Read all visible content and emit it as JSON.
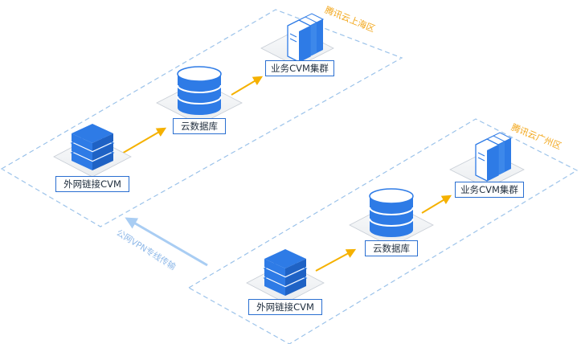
{
  "regions": [
    {
      "name": "腾讯云上海区",
      "nodes": {
        "gateway": "外网链接CVM",
        "database": "云数据库",
        "cluster": "业务CVM集群"
      }
    },
    {
      "name": "腾讯云广州区",
      "nodes": {
        "gateway": "外网链接CVM",
        "database": "云数据库",
        "cluster": "业务CVM集群"
      }
    }
  ],
  "link": {
    "label": "公网VPN专线传输"
  },
  "colors": {
    "border_dash": "#9cc3ea",
    "arrow": "#f5b100",
    "node_blue": "#2e7be6",
    "node_light": "#ffffff",
    "label_border": "#2a6fd1",
    "region_text": "#f2a516",
    "vpn_arrow": "#a9cdf3"
  },
  "icons": [
    "server-stack-icon",
    "database-icon",
    "server-cluster-icon",
    "arrow-icon"
  ]
}
